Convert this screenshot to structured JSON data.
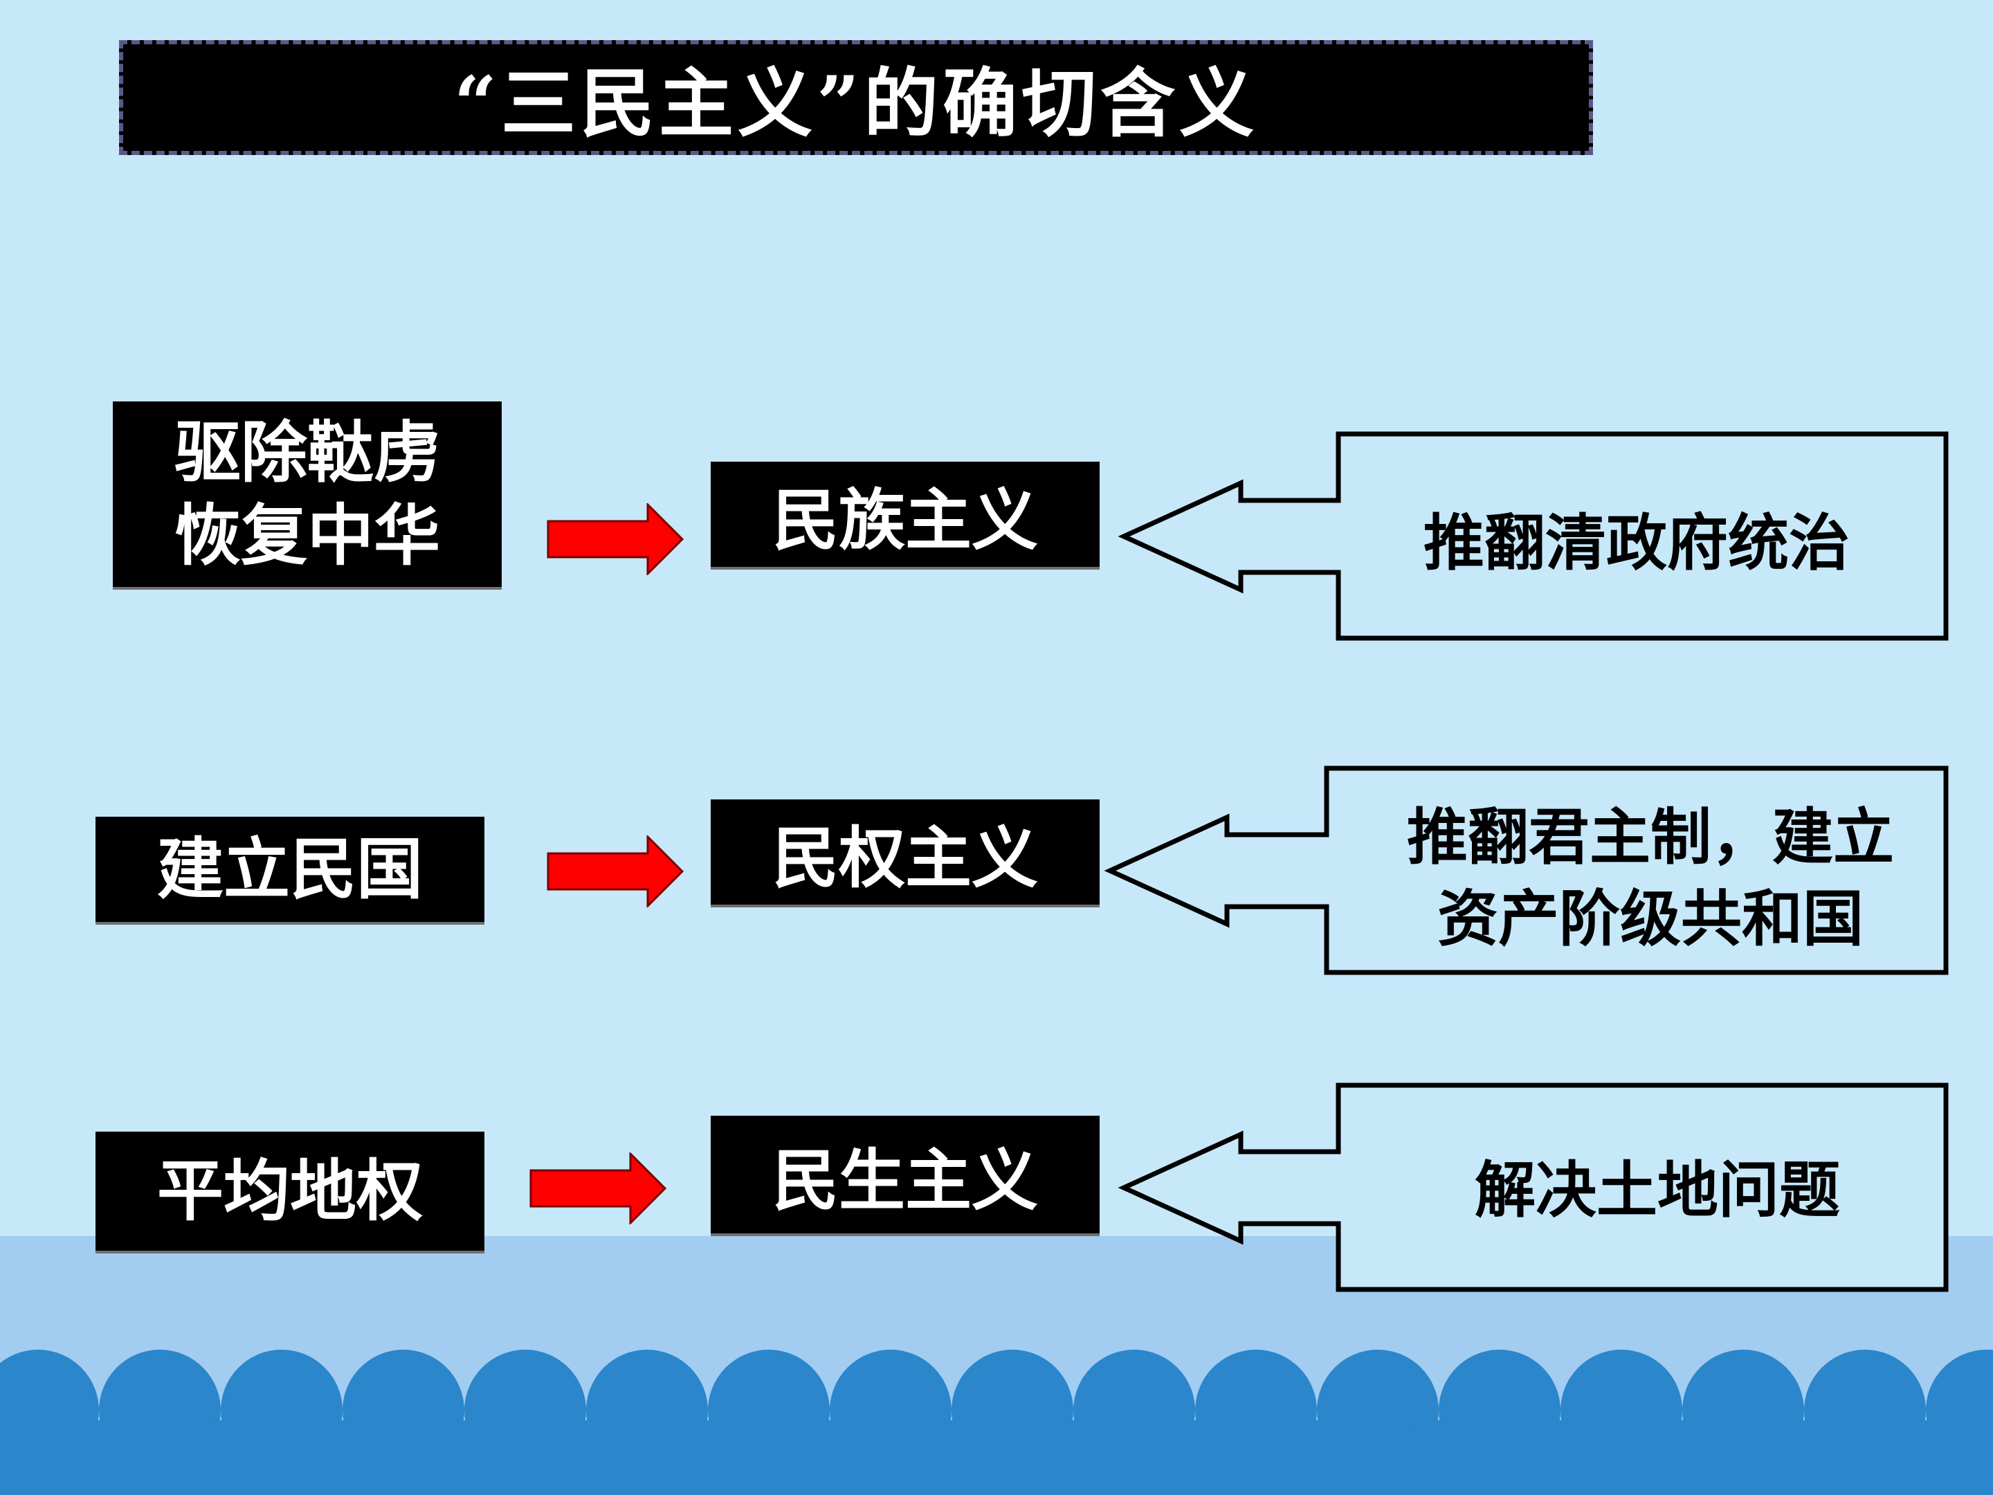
{
  "title": "“三民主义”的确切含义",
  "rows": [
    {
      "slogan_lines": [
        "驱除鞑虏",
        "恢复中华"
      ],
      "principle": "民族主义",
      "meaning_lines": [
        "推翻清政府统治"
      ]
    },
    {
      "slogan_lines": [
        "建立民国"
      ],
      "principle": "民权主义",
      "meaning_lines": [
        "推翻君主制，建立",
        "资产阶级共和国"
      ]
    },
    {
      "slogan_lines": [
        "平均地权"
      ],
      "principle": "民生主义",
      "meaning_lines": [
        "解决土地问题"
      ]
    }
  ],
  "colors": {
    "background": "#c7e8f9",
    "background_bottom": "#a2cdf0",
    "scallop": "#2b86cc",
    "box": "#000000",
    "arrow": "#ff0000",
    "title_border": "#5a5a8a"
  }
}
